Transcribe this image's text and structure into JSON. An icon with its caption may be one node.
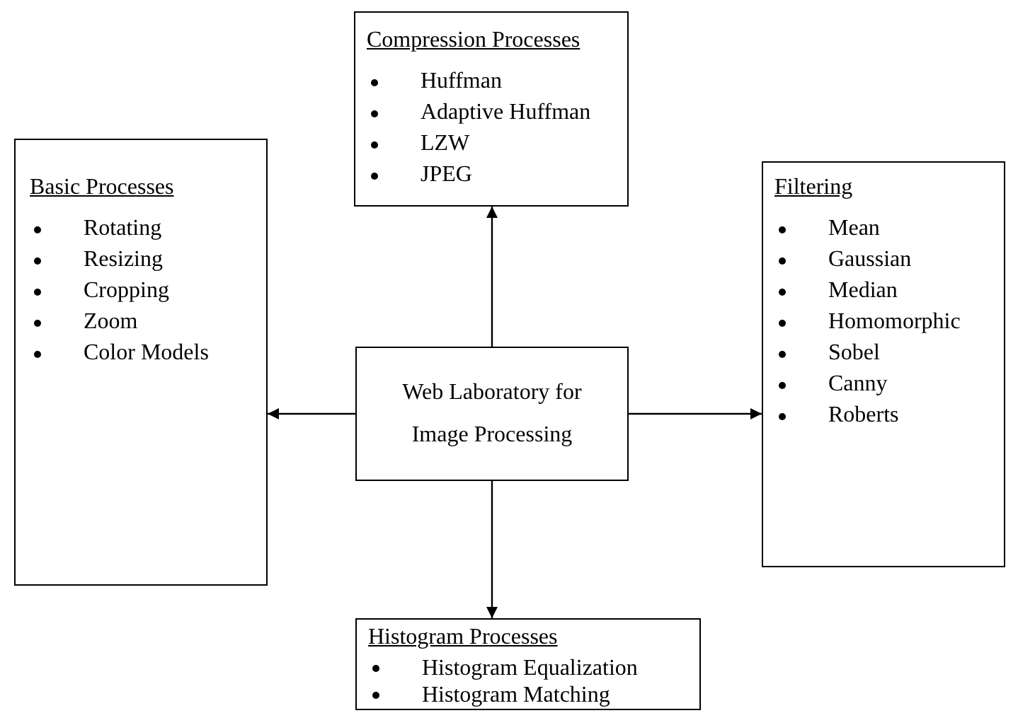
{
  "diagram": {
    "nodes": [
      {
        "text": [
          "Web Laboratory for Image Processing"
        ]
      },
      {
        "text": [
          "Compression Processes",
          "Huffman",
          "Adaptive Huffman",
          "LZW",
          "JPEG"
        ]
      },
      {
        "text": [
          "Basic Processes",
          "Rotating",
          "Resizing",
          "Cropping",
          "Zoom",
          "Color Models"
        ]
      },
      {
        "text": [
          "Filtering",
          "Mean",
          "Gaussian",
          "Median",
          "Homomorphic",
          "Sobel",
          "Canny",
          "Roberts"
        ]
      },
      {
        "text": [
          "Histogram Processes",
          "Histogram Equalization",
          "Histogram Matching"
        ]
      }
    ],
    "edges": [
      {
        "from": 0,
        "to": 1,
        "arrow": "to"
      },
      {
        "from": 0,
        "to": 2,
        "arrow": "to"
      },
      {
        "from": 0,
        "to": 3,
        "arrow": "to"
      },
      {
        "from": 0,
        "to": 4,
        "arrow": "to"
      }
    ]
  }
}
